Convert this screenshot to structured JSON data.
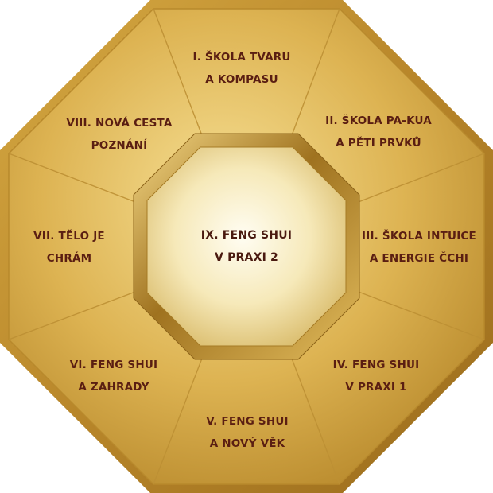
{
  "colors": {
    "background": "#ffffff",
    "gold_light": "#f3d98a",
    "gold_mid": "#d9b04c",
    "gold_dark": "#a77a22",
    "center_light": "#fffcef",
    "text": "#5a1e12"
  },
  "segments": [
    {
      "line1": "I. ŠKOLA TVARU",
      "line2": "A KOMPASU"
    },
    {
      "line1": "II. ŠKOLA PA-KUA",
      "line2": "A PĚTI PRVKŮ"
    },
    {
      "line1": "III. ŠKOLA INTUICE",
      "line2": "A ENERGIE ČCHI"
    },
    {
      "line1": "IV. FENG SHUI",
      "line2": "V PRAXI 1"
    },
    {
      "line1": "V. FENG SHUI",
      "line2": "A NOVÝ VĚK"
    },
    {
      "line1": "VI. FENG SHUI",
      "line2": "A ZAHRADY"
    },
    {
      "line1": "VII. TĚLO JE",
      "line2": "CHRÁM"
    },
    {
      "line1": "VIII. NOVÁ CESTA",
      "line2": "POZNÁNÍ"
    }
  ],
  "center": {
    "line1": "IX. FENG SHUI",
    "line2": "V PRAXI 2"
  }
}
